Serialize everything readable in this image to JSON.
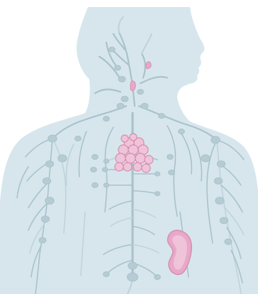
{
  "diagram": {
    "subject": "lymphatic-system",
    "view": "front-torso-profile-head",
    "colors": {
      "background": "#ffffff",
      "body_fill": "#d7e6ed",
      "vessel": "#a9c2cb",
      "vessel_light": "#bfd3da",
      "node": "#b6ccd4",
      "organ_fill": "#f0c4d8",
      "organ_stroke": "#d68db0",
      "organ_dark": "#e8a9c8"
    },
    "organs": [
      {
        "name": "tonsil",
        "icon": "tonsil-shape"
      },
      {
        "name": "thyroid-node",
        "icon": "small-gland-shape"
      },
      {
        "name": "thymus",
        "icon": "lobed-gland-shape"
      },
      {
        "name": "spleen",
        "icon": "bean-shape"
      }
    ]
  }
}
